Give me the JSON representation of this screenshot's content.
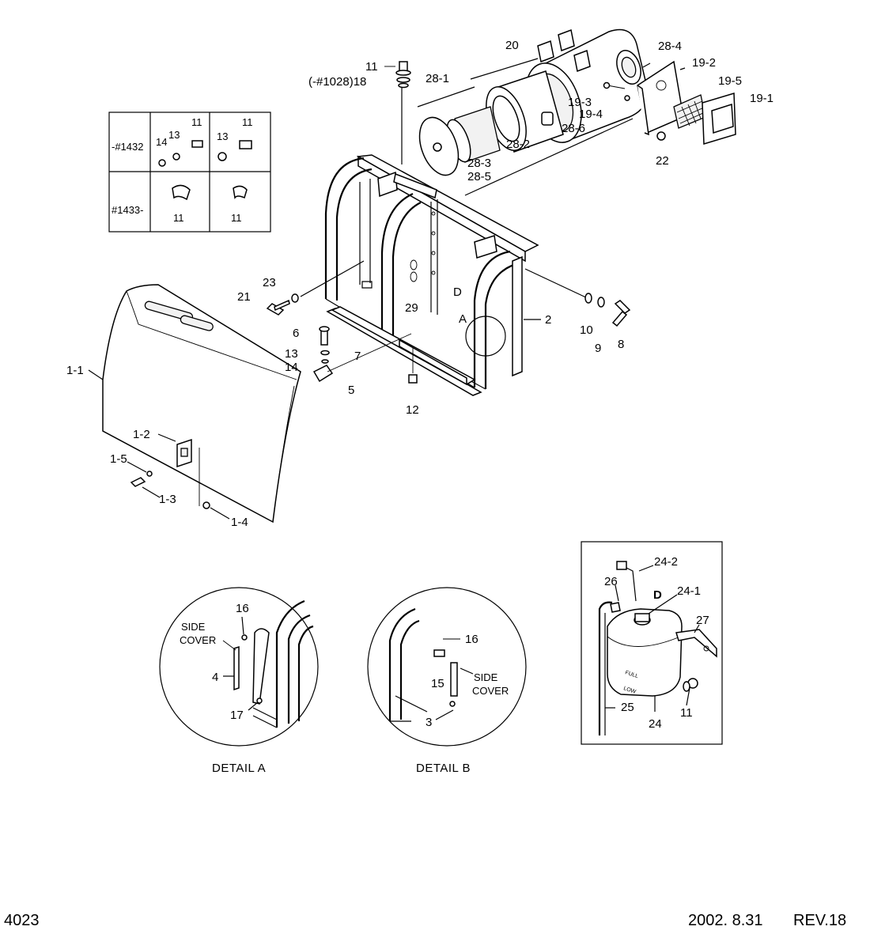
{
  "page": {
    "number": "4023",
    "date": "2002. 8.31",
    "revision": "REV.18"
  },
  "labels": {
    "l_11_top": "11",
    "l_18_top": "(-#1028)18",
    "l_28_1": "28-1",
    "l_20": "20",
    "l_28_4": "28-4",
    "l_19_2": "19-2",
    "l_19_5": "19-5",
    "l_19_1": "19-1",
    "l_19_3": "19-3",
    "l_19_4": "19-4",
    "l_28_6": "28-6",
    "l_28_2": "28-2",
    "l_28_3": "28-3",
    "l_28_5": "28-5",
    "l_22": "22",
    "l_23": "23",
    "l_21": "21",
    "l_29": "29",
    "l_D_frame": "D",
    "l_A_frame": "A",
    "l_2": "2",
    "l_10": "10",
    "l_9": "9",
    "l_8": "8",
    "l_6": "6",
    "l_13": "13",
    "l_14": "14",
    "l_7": "7",
    "l_5": "5",
    "l_12": "12",
    "l_1_1": "1-1",
    "l_1_2": "1-2",
    "l_1_5": "1-5",
    "l_1_3": "1-3",
    "l_1_4": "1-4"
  },
  "serial_table": {
    "row1_label": "-#1432",
    "row2_label": "#1433-",
    "c_14": "14",
    "c_13a": "13",
    "c_11a": "11",
    "c_13b": "13",
    "c_11b": "11",
    "c_11c": "11",
    "c_11d": "11"
  },
  "detail_a": {
    "caption": "DETAIL A",
    "side_cover_1": "SIDE",
    "side_cover_2": "COVER",
    "l_16": "16",
    "l_4": "4",
    "l_17": "17"
  },
  "detail_b": {
    "caption": "DETAIL B",
    "side_cover_1": "SIDE",
    "side_cover_2": "COVER",
    "l_16": "16",
    "l_15": "15",
    "l_3": "3"
  },
  "detail_d": {
    "l_24_2": "24-2",
    "l_26": "26",
    "l_D": "D",
    "l_24_1": "24-1",
    "l_27": "27",
    "l_25": "25",
    "l_24": "24",
    "l_11": "11",
    "tank_full": "FULL",
    "tank_low": "LOW"
  }
}
